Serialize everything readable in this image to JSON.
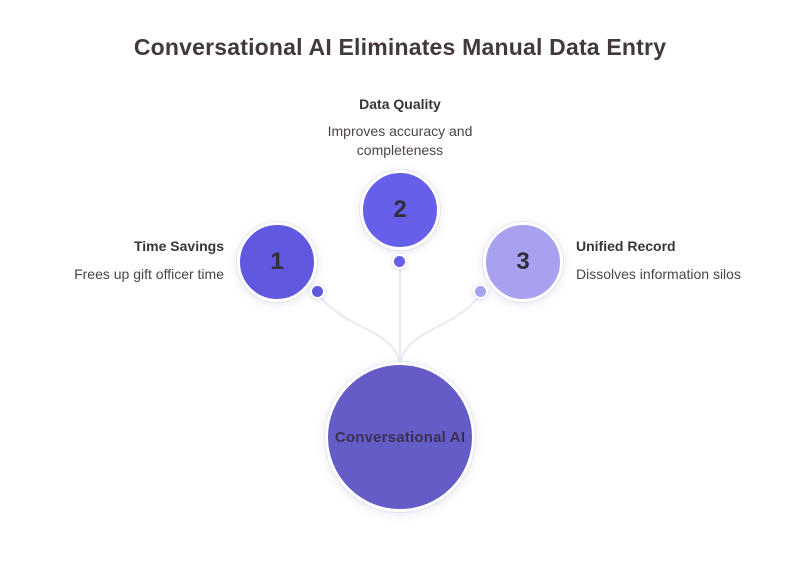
{
  "title": "Conversational AI Eliminates Manual Data Entry",
  "center": {
    "label": "Conversational AI",
    "color": "#655CC8"
  },
  "items": [
    {
      "number": "1",
      "heading": "Time Savings",
      "description": "Frees up gift officer time",
      "color": "#6059DF"
    },
    {
      "number": "2",
      "heading": "Data Quality",
      "description": "Improves accuracy and completeness",
      "color": "#655FE9"
    },
    {
      "number": "3",
      "heading": "Unified Record",
      "description": "Dissolves information silos",
      "color": "#A7A1F0"
    }
  ],
  "colors": {
    "background": "#FFFFFF",
    "title_text": "#423A3A",
    "heading_text": "#3B3434",
    "description_text": "#4C4444",
    "number_text": "#342E3C",
    "center_label_text": "#3A3150",
    "connector_line": "#E9E9F3"
  }
}
